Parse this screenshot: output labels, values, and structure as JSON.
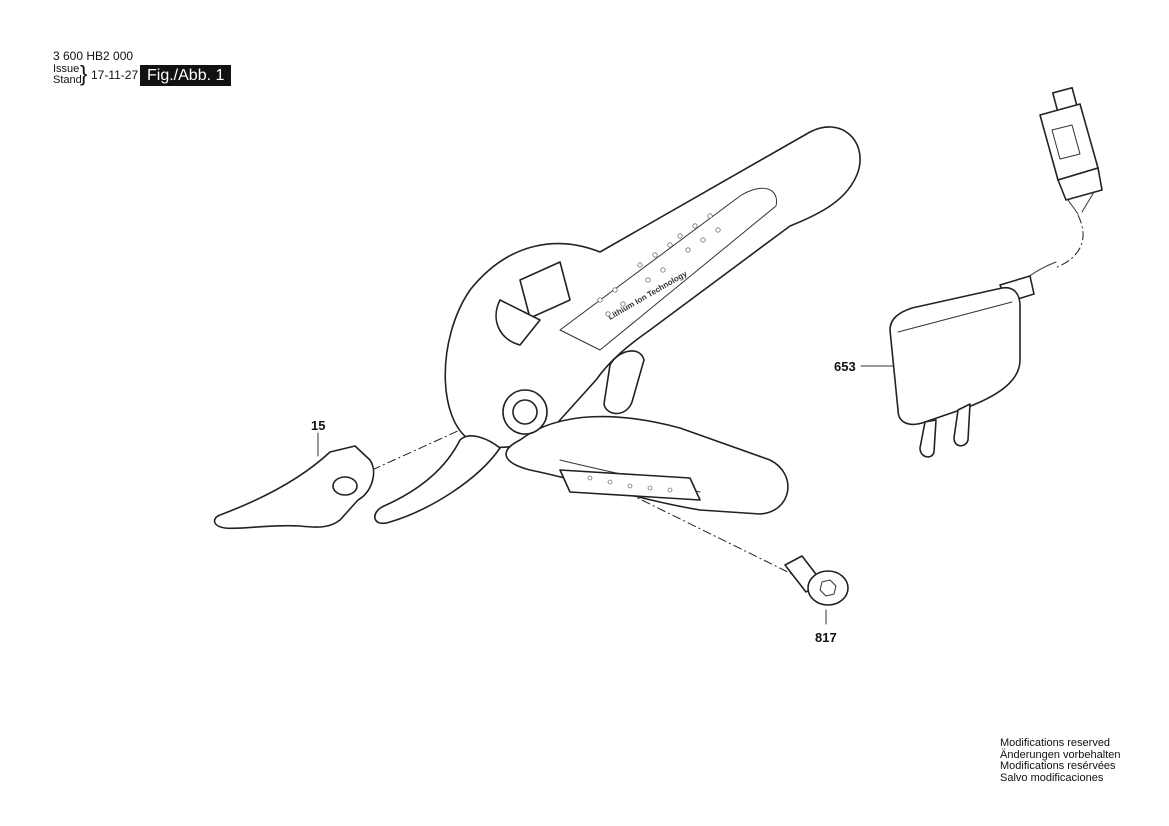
{
  "header": {
    "document_number": "3 600 HB2 000",
    "issue_label": "Issue",
    "stand_label": "Stand",
    "date": "17-11-27",
    "figure_label": "Fig./Abb. 1"
  },
  "parts": [
    {
      "number": "15",
      "part": "blade"
    },
    {
      "number": "653",
      "part": "charger"
    },
    {
      "number": "817",
      "part": "screw"
    }
  ],
  "tool_label": "Lithium Ion Technology",
  "footer": {
    "lines": [
      "Modifications reserved",
      "Änderungen vorbehalten",
      "Modifications resérvées",
      "Salvo modificaciones"
    ]
  }
}
